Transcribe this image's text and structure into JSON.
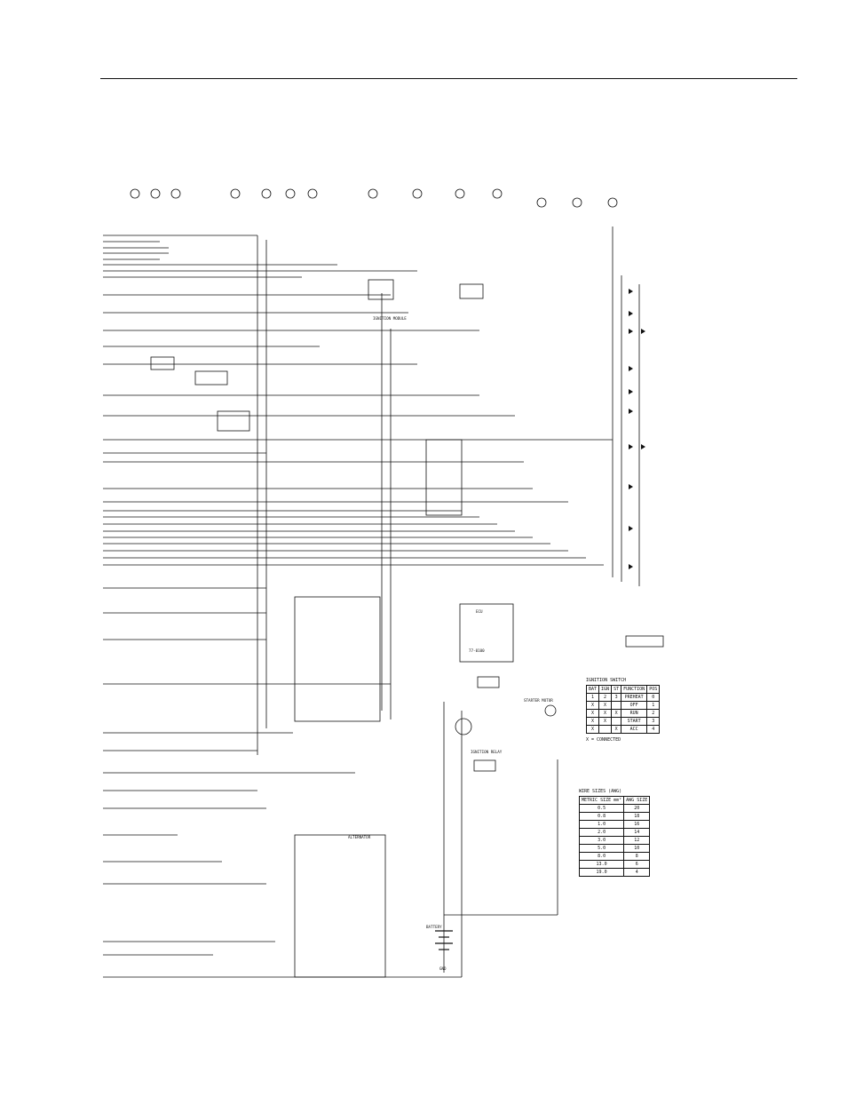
{
  "diagram": {
    "ecu_label": "ECU",
    "ecu_subtitle": "77-0100",
    "ignition_module": "IGNITION MODULE",
    "ignition_relay": "IGNITION RELAY",
    "starter_motor": "STARTER MOTOR",
    "alternator": "ALTERNATOR",
    "battery": "BATTERY",
    "ground": "GND"
  },
  "key_table": {
    "title": "IGNITION SWITCH",
    "headers": [
      "BAT",
      "IGN",
      "ST",
      "FUNCTION",
      "POS"
    ],
    "rows": [
      [
        "1",
        "2",
        "3",
        "PREHEAT",
        "0"
      ],
      [
        "X",
        "X",
        "",
        "OFF",
        "1"
      ],
      [
        "X",
        "X",
        "X",
        "RUN",
        "2"
      ],
      [
        "X",
        "X",
        "",
        "START",
        "3"
      ],
      [
        "X",
        "",
        "X",
        "ACC",
        "4"
      ]
    ],
    "note": "X = CONNECTED"
  },
  "wire_table": {
    "note": "WIRE SIZES (AWG)",
    "headers": [
      "METRIC SIZE mm²",
      "AWG SIZE"
    ],
    "rows": [
      [
        "0.5",
        "20"
      ],
      [
        "0.8",
        "18"
      ],
      [
        "1.0",
        "16"
      ],
      [
        "2.0",
        "14"
      ],
      [
        "3.0",
        "12"
      ],
      [
        "5.0",
        "10"
      ],
      [
        "8.0",
        "8"
      ],
      [
        "13.0",
        "6"
      ],
      [
        "19.0",
        "4"
      ]
    ]
  },
  "colors": {
    "ink": "#111111",
    "paper": "#ffffff"
  }
}
